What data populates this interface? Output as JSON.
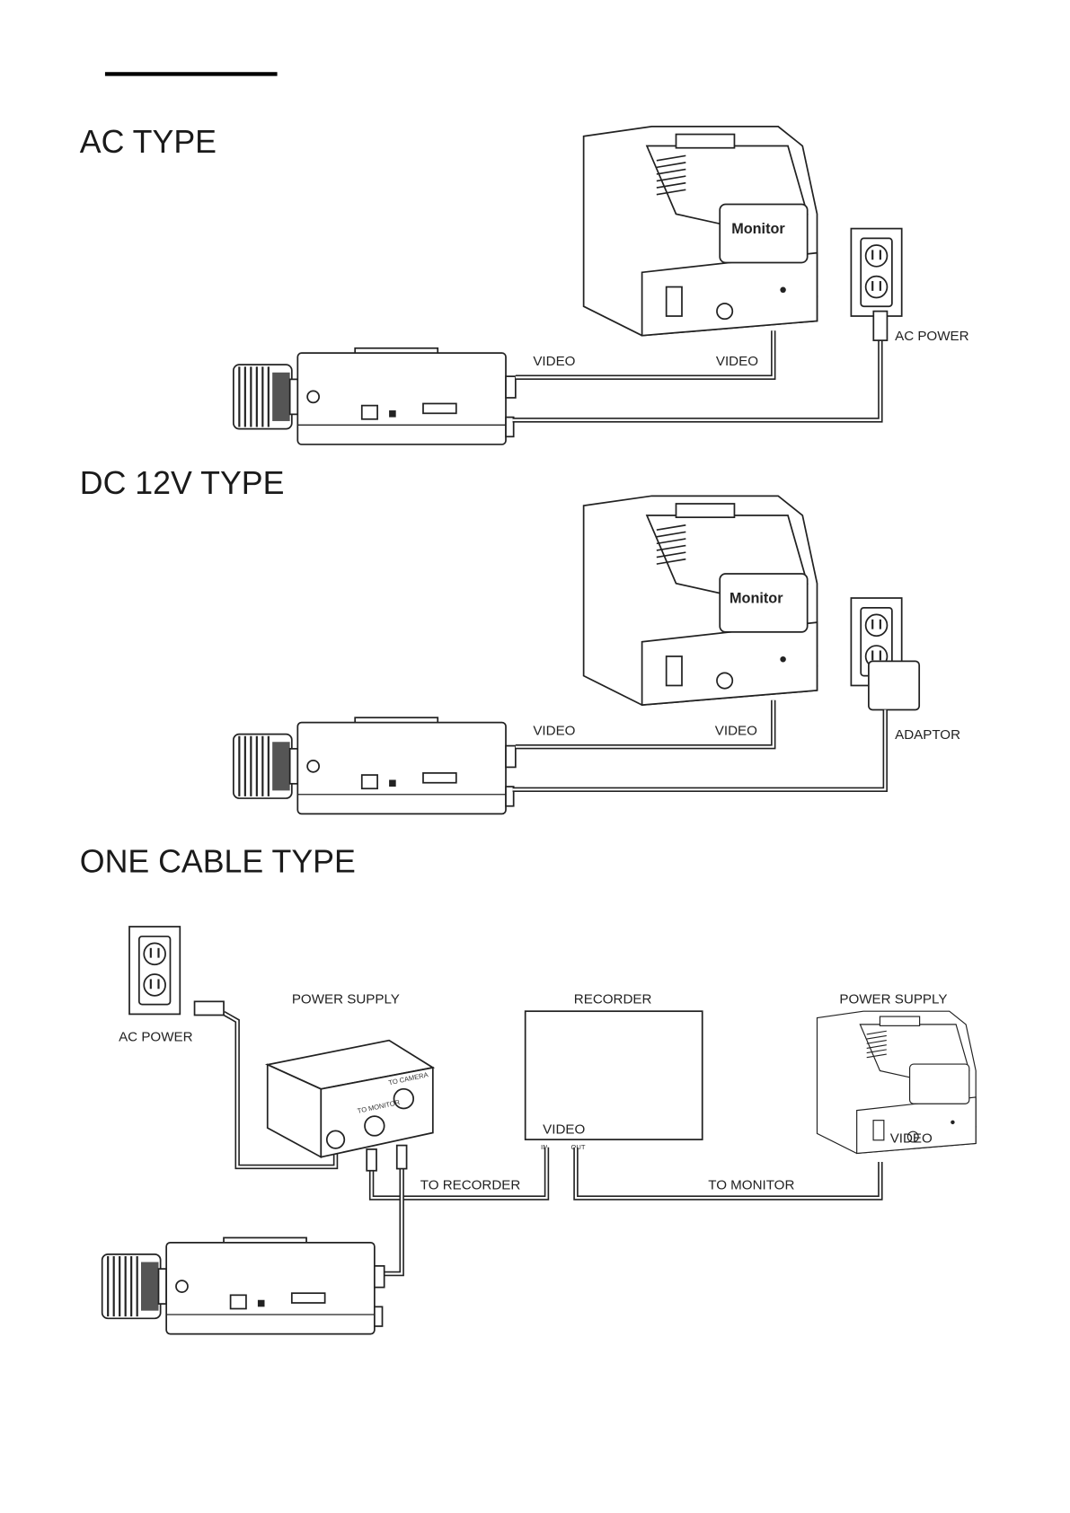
{
  "sections": [
    {
      "title": "AC TYPE",
      "monitor_label": "Monitor",
      "labels": {
        "video_camera": "VIDEO",
        "video_monitor": "VIDEO",
        "power": "AC POWER"
      }
    },
    {
      "title": "DC 12V TYPE",
      "monitor_label": "Monitor",
      "labels": {
        "video_camera": "VIDEO",
        "video_monitor": "VIDEO",
        "power": "ADAPTOR"
      }
    },
    {
      "title": "ONE CABLE TYPE",
      "labels": {
        "ac_power": "AC POWER",
        "power_supply": "POWER SUPPLY",
        "recorder": "RECORDER",
        "recorder_video": "VIDEO",
        "recorder_in": "IN",
        "recorder_out": "OUT",
        "monitor_title": "POWER SUPPLY",
        "monitor_video": "VIDEO",
        "to_recorder": "TO RECORDER",
        "to_monitor": "TO MONITOR",
        "to_camera": "TO CAMERA",
        "to_monitor_port": "TO MONITOR"
      }
    }
  ]
}
